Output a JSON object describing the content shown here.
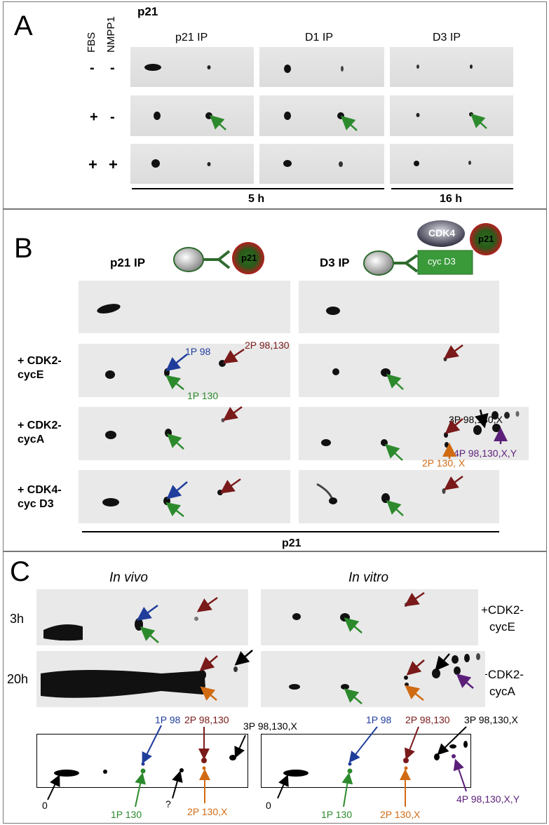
{
  "panelA": {
    "letter": "A",
    "title": "p21",
    "col_headers": [
      "FBS",
      "NMPP1"
    ],
    "ips": [
      "p21 IP",
      "D1 IP",
      "D3 IP"
    ],
    "row_signs": [
      [
        "-",
        "-"
      ],
      [
        "+",
        "-"
      ],
      [
        "+",
        "+"
      ]
    ],
    "time1": "5 h",
    "time2": "16 h"
  },
  "panelB": {
    "letter": "B",
    "ip1": "p21 IP",
    "ip2": "D3 IP",
    "p21_label": "p21",
    "cdk4_label": "CDK4",
    "cycd3_label": "cyc D3",
    "rows": [
      "+ CDK2-\ncycE",
      "+ CDK2-\ncycA",
      "+ CDK4-\ncyc D3"
    ],
    "footer": "p21",
    "labels": {
      "p1_98": "1P 98",
      "p1_130": "1P 130",
      "p2_98_130": "2P 98,130",
      "p3": "3P 98,130,X",
      "p2_130x": "2P 130, X",
      "p4": "4P 98,130,X,Y"
    }
  },
  "panelC": {
    "letter": "C",
    "invivo": "In vivo",
    "invitro": "In vitro",
    "t1": "3h",
    "t2": "20h",
    "r1": "+CDK2-\ncycE",
    "r2": "+CDK2-\ncycA",
    "left": {
      "p1_98": "1P 98",
      "p2_98_130": "2P 98,130",
      "p3": "3P 98,130,X",
      "zero": "0",
      "q": "?",
      "p1_130": "1P 130",
      "p2_130x": "2P 130,X"
    },
    "right": {
      "p1_98": "1P 98",
      "p2_98_130": "2P 98,130",
      "p3": "3P 98,130,X",
      "zero": "0",
      "p1_130": "1P 130",
      "p2_130x": "2P 130,X",
      "p4": "4P 98,130,X,Y"
    }
  },
  "colors": {
    "green": "#2c8a2c",
    "blue": "#1f3d9b",
    "maroon": "#7a1a1a",
    "orange": "#d06b14",
    "purple": "#5b1f7a",
    "red_circle": "#b21e1e",
    "dark_green": "#2f6b2f",
    "cycd3_green": "#3a9a3a"
  }
}
